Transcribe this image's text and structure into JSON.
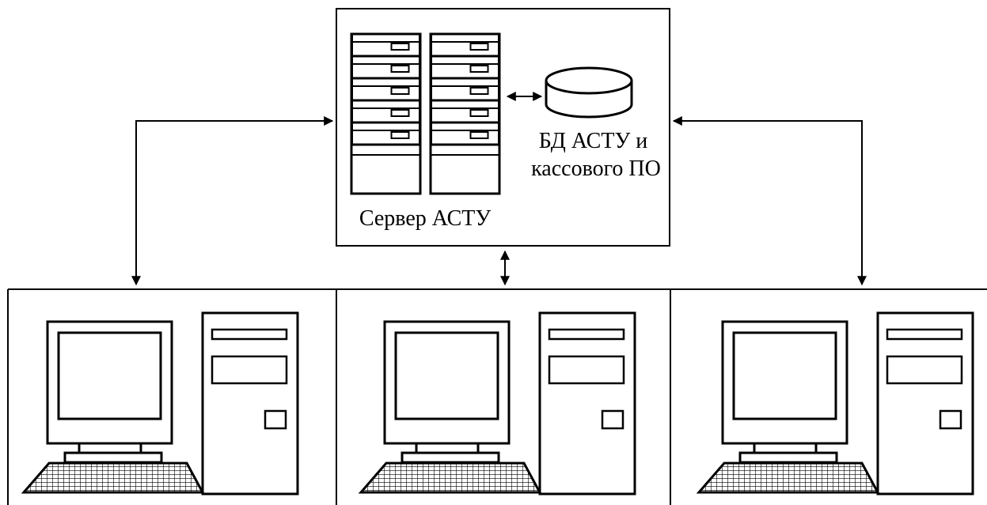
{
  "server": {
    "label": "Сервер АСТУ"
  },
  "database": {
    "label_line1": "БД АСТУ и",
    "label_line2": "кассового ПО"
  },
  "workstations": [
    {
      "name": "workstation-left"
    },
    {
      "name": "workstation-center"
    },
    {
      "name": "workstation-right"
    }
  ],
  "colors": {
    "stroke": "#000000",
    "background": "#ffffff"
  }
}
